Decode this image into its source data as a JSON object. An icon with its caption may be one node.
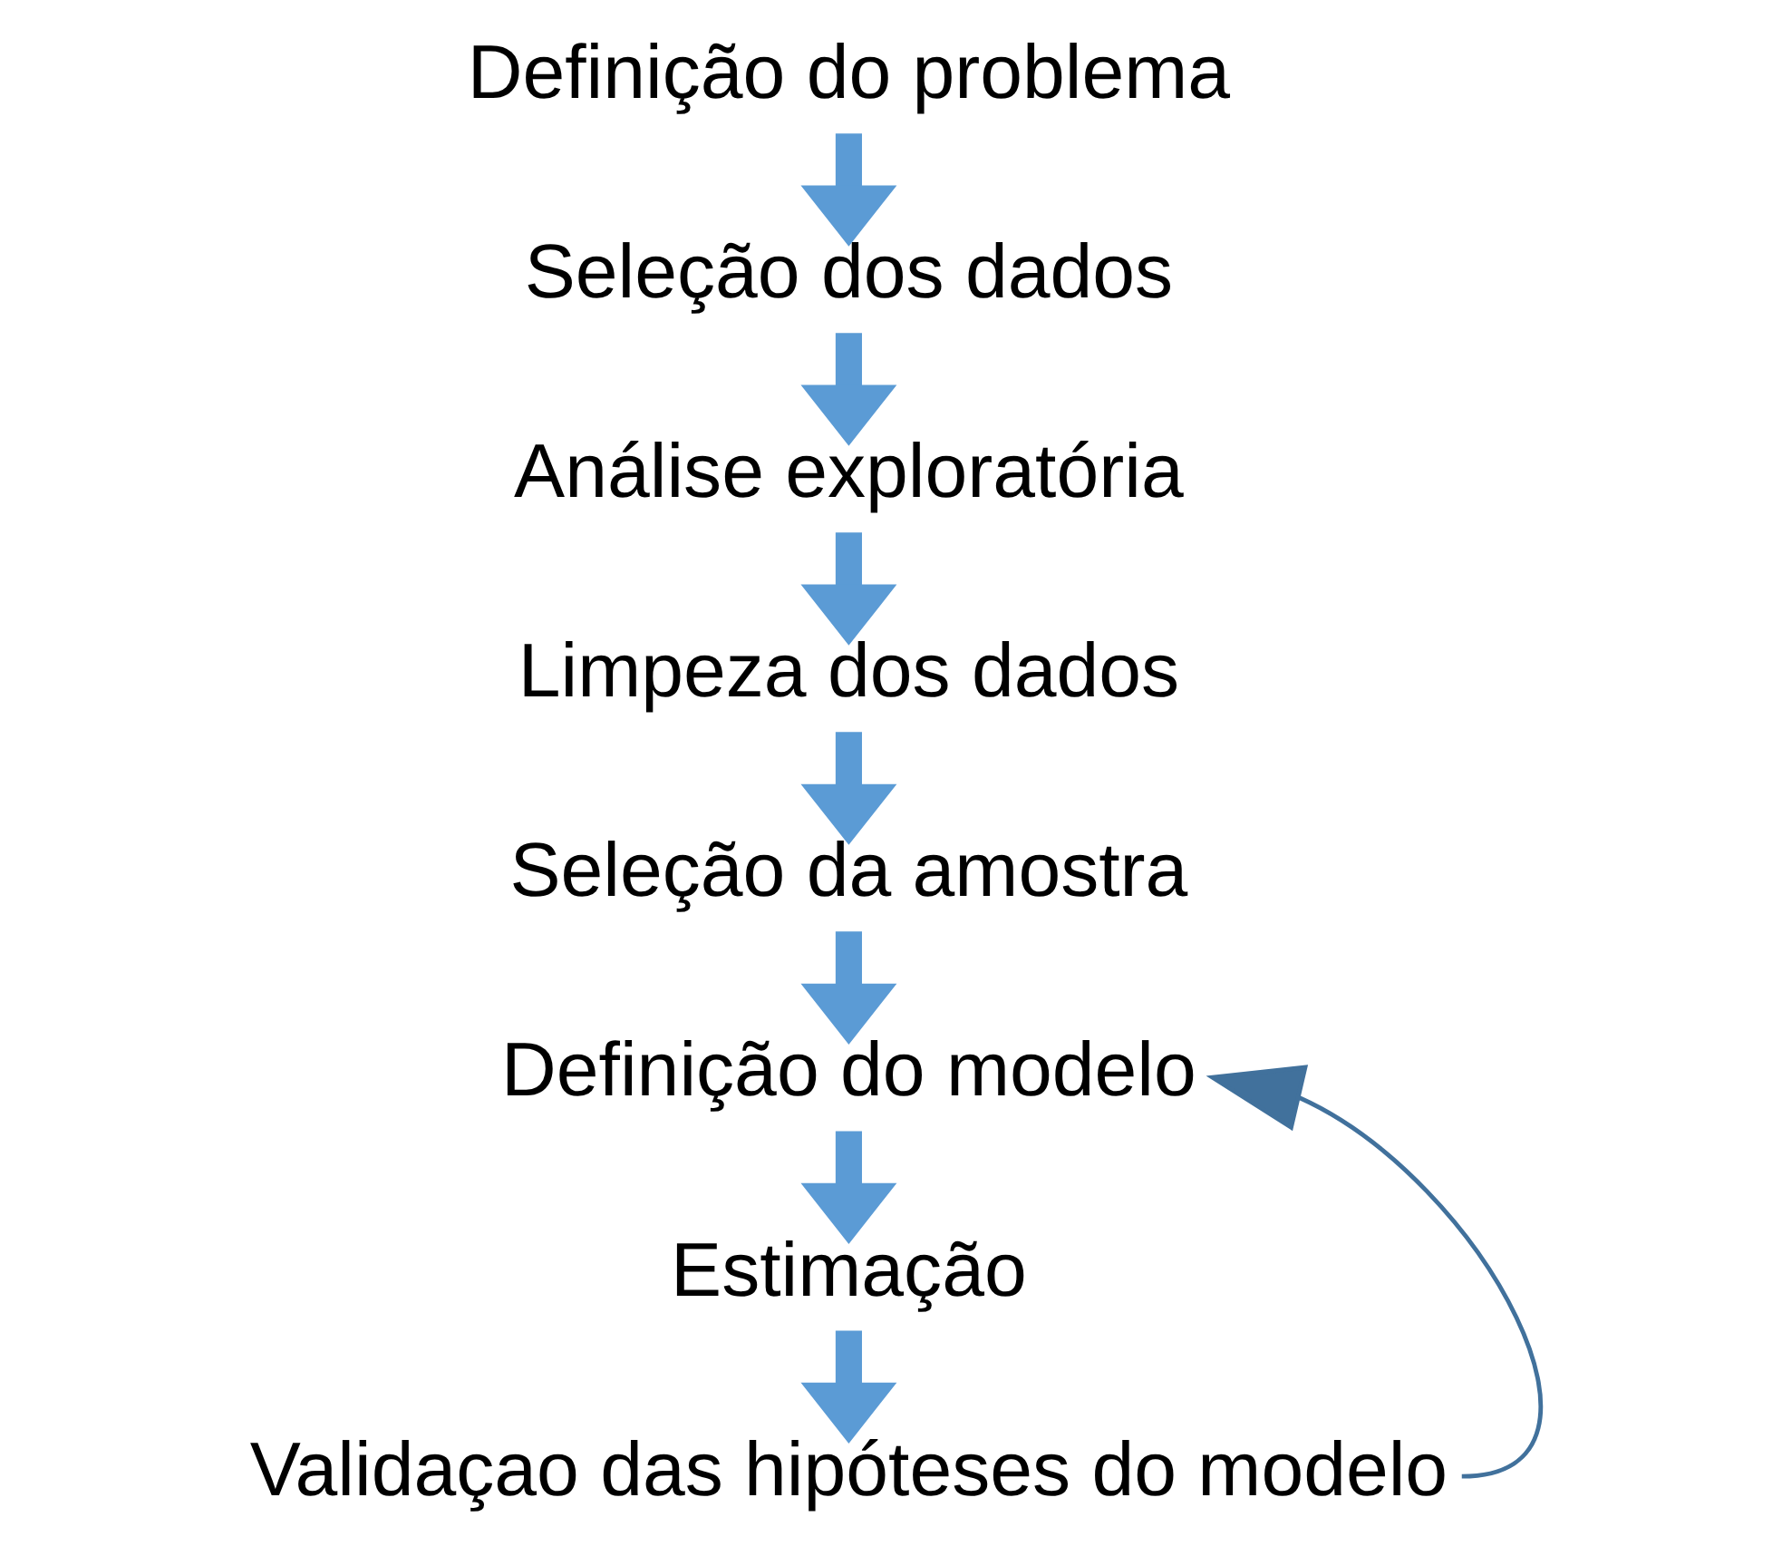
{
  "diagram": {
    "nodes": [
      {
        "text": [
          "Definição do problema"
        ]
      },
      {
        "text": [
          "Seleção dos dados"
        ]
      },
      {
        "text": [
          "Análise exploratória"
        ]
      },
      {
        "text": [
          "Limpeza dos dados"
        ]
      },
      {
        "text": [
          "Seleção da amostra"
        ]
      },
      {
        "text": [
          "Definição do modelo"
        ]
      },
      {
        "text": [
          "Estimação"
        ]
      },
      {
        "text": [
          "Validaçao das hipóteses do modelo"
        ]
      }
    ],
    "edges": [
      {
        "from": 0,
        "to": 1,
        "arrow": "to"
      },
      {
        "from": 1,
        "to": 2,
        "arrow": "to"
      },
      {
        "from": 2,
        "to": 3,
        "arrow": "to"
      },
      {
        "from": 3,
        "to": 4,
        "arrow": "to"
      },
      {
        "from": 4,
        "to": 5,
        "arrow": "to"
      },
      {
        "from": 5,
        "to": 6,
        "arrow": "to"
      },
      {
        "from": 6,
        "to": 7,
        "arrow": "to"
      },
      {
        "from": 7,
        "to": 5,
        "arrow": "to",
        "color": "#41719c"
      }
    ]
  }
}
